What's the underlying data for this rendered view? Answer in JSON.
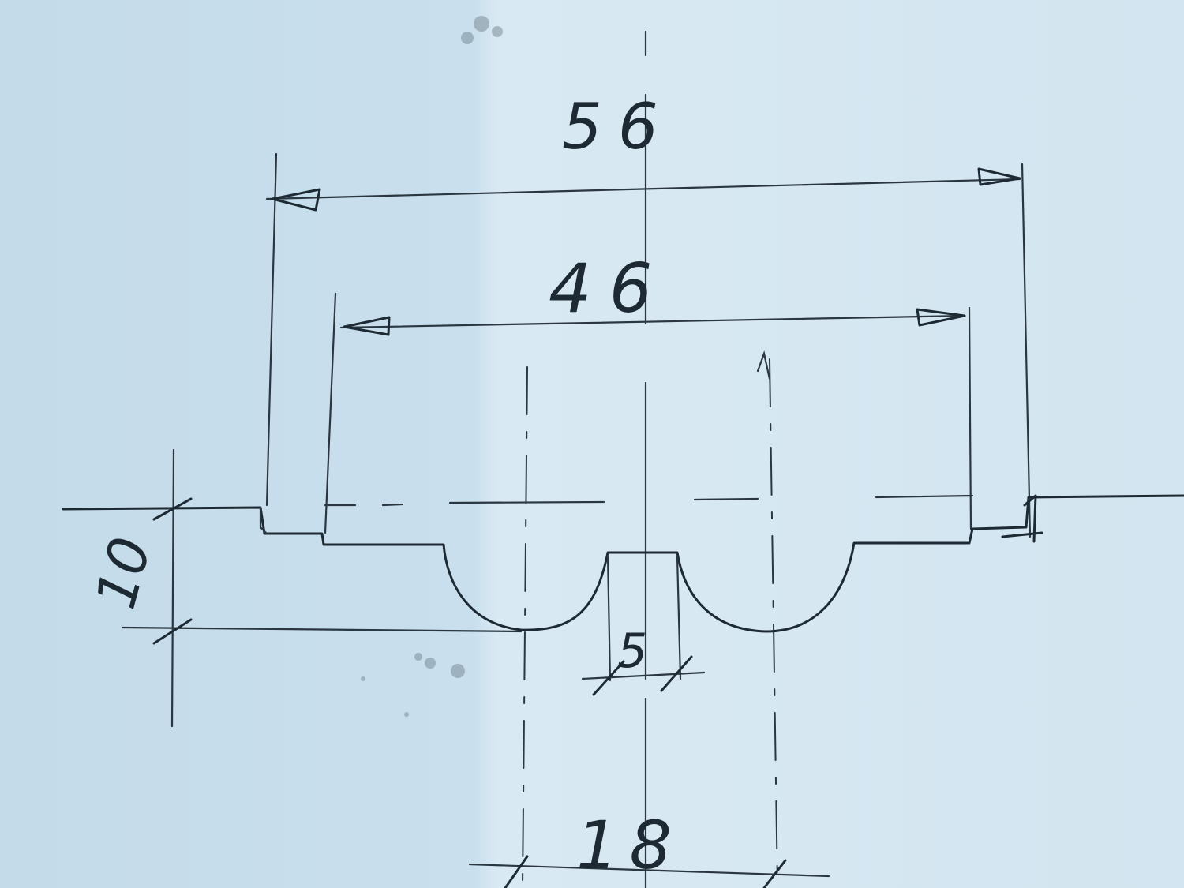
{
  "drawing": {
    "type": "hand-drawn technical profile sketch",
    "dimensions": [
      {
        "id": "overall_width",
        "label": "56"
      },
      {
        "id": "inner_width",
        "label": "46"
      },
      {
        "id": "height",
        "label": "10"
      },
      {
        "id": "center_land",
        "label": "5"
      },
      {
        "id": "groove_spacing",
        "label": "18"
      }
    ],
    "colors": {
      "paper": "#cfe3ef",
      "pencil": "#1d2a33"
    }
  }
}
